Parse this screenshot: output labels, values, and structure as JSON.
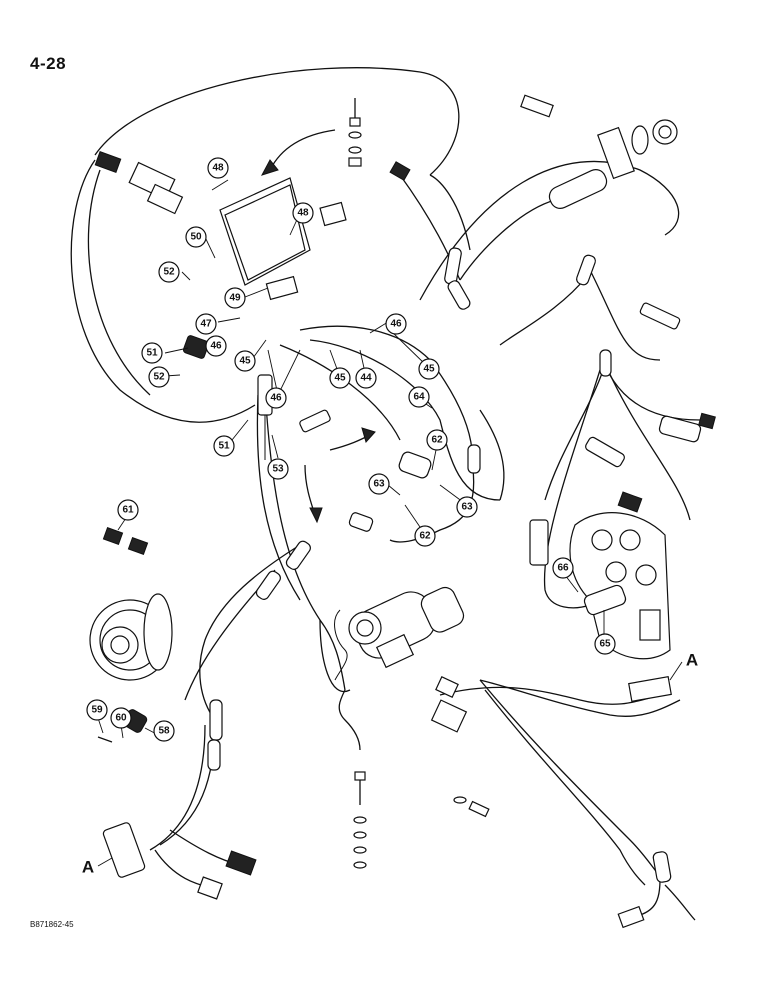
{
  "page": {
    "number": "4-28",
    "drawing_code": "B871862-45"
  },
  "connectors": [
    "A",
    "A"
  ],
  "callouts": [
    "48",
    "48",
    "50",
    "52",
    "49",
    "47",
    "46",
    "51",
    "52",
    "45",
    "46",
    "51",
    "53",
    "46",
    "45",
    "44",
    "46",
    "45",
    "64",
    "62",
    "63",
    "63",
    "62",
    "61",
    "66",
    "65",
    "59",
    "60",
    "58"
  ]
}
